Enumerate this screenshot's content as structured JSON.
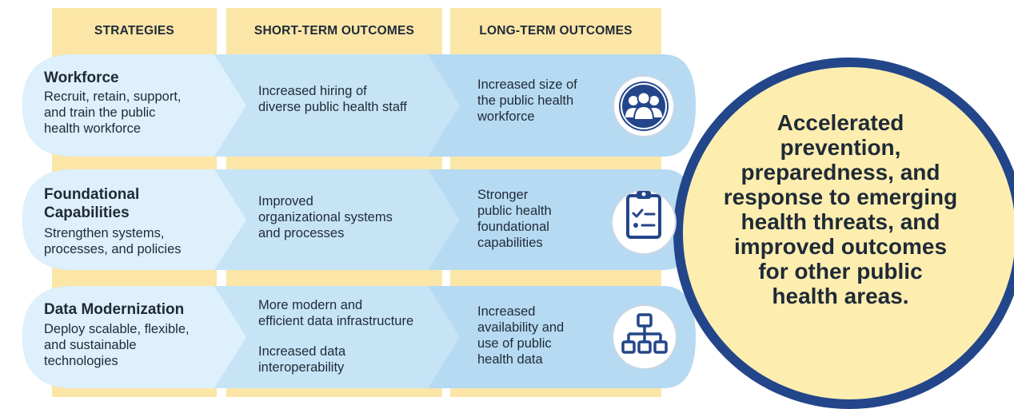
{
  "headers": {
    "strategies": "STRATEGIES",
    "short_term": "SHORT-TERM OUTCOMES",
    "long_term": "LONG-TERM OUTCOMES"
  },
  "rows": [
    {
      "title": "Workforce",
      "description": "Recruit, retain, support,\nand train the public\nhealth workforce",
      "short_term": "Increased hiring of\ndiverse public health staff",
      "long_term": "Increased size of\nthe public health\nworkforce",
      "icon": "people-group-icon"
    },
    {
      "title": "Foundational\nCapabilities",
      "description": "Strengthen systems,\nprocesses, and policies",
      "short_term": "Improved\norganizational systems\nand processes",
      "long_term": "Stronger\npublic health\nfoundational\ncapabilities",
      "icon": "clipboard-checklist-icon"
    },
    {
      "title": "Data Modernization",
      "description": "Deploy scalable, flexible,\nand sustainable\ntechnologies",
      "short_term": "More modern and\nefficient data infrastructure",
      "short_term_2": "Increased data\ninteroperability",
      "long_term": "Increased\navailability and\nuse of public\nhealth data",
      "icon": "org-chart-icon"
    }
  ],
  "goal": "Accelerated\nprevention,\npreparedness, and\nresponse to emerging\nhealth threats, and\nimproved outcomes\nfor other public\nhealth areas.",
  "colors": {
    "header_bg": "#fbe6a8",
    "strategy_fill": "#ddf0fb",
    "short_fill": "#c6e4f6",
    "long_fill": "#b6daf2",
    "accent_blue": "#23468a",
    "goal_fill": "#fdeeb0"
  }
}
